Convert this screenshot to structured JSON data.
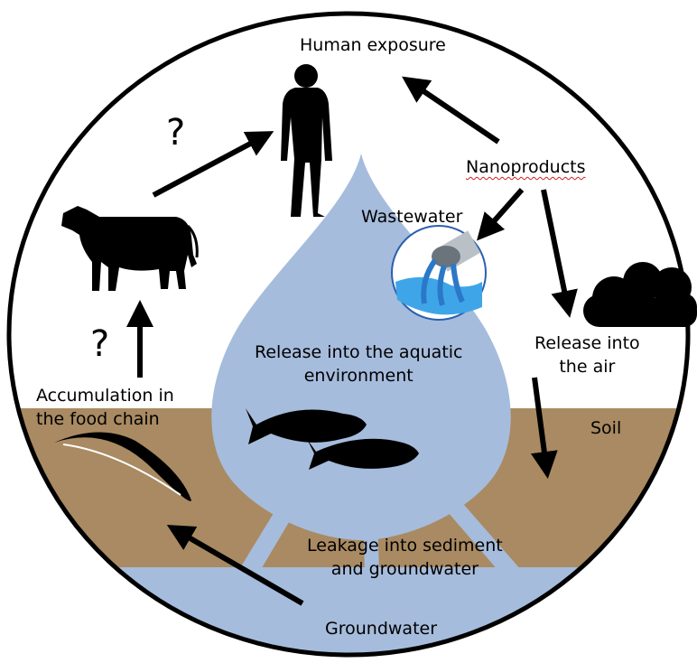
{
  "labels": {
    "human_exposure": "Human exposure",
    "nanoproducts": "Nanoproducts",
    "wastewater": "Wastewater",
    "release_air_line1": "Release into",
    "release_air_line2": "the air",
    "release_aquatic_line1": "Release into the aquatic",
    "release_aquatic_line2": "environment",
    "accumulation_line1": "Accumulation in",
    "accumulation_line2": "the food chain",
    "soil": "Soil",
    "leakage_line1": "Leakage into sediment",
    "leakage_line2": "and groundwater",
    "groundwater": "Groundwater",
    "question_mark": "?"
  },
  "colors": {
    "water": "#a6bcdc",
    "soil": "#a98a62",
    "ink": "#000000",
    "outline": "#000000",
    "wastewater_fill": "#6fbfe8"
  },
  "icons": [
    "human-silhouette-icon",
    "cow-icon",
    "pipe-outfall-icon",
    "cloud-icon",
    "fish-icon",
    "leaf-icon"
  ]
}
